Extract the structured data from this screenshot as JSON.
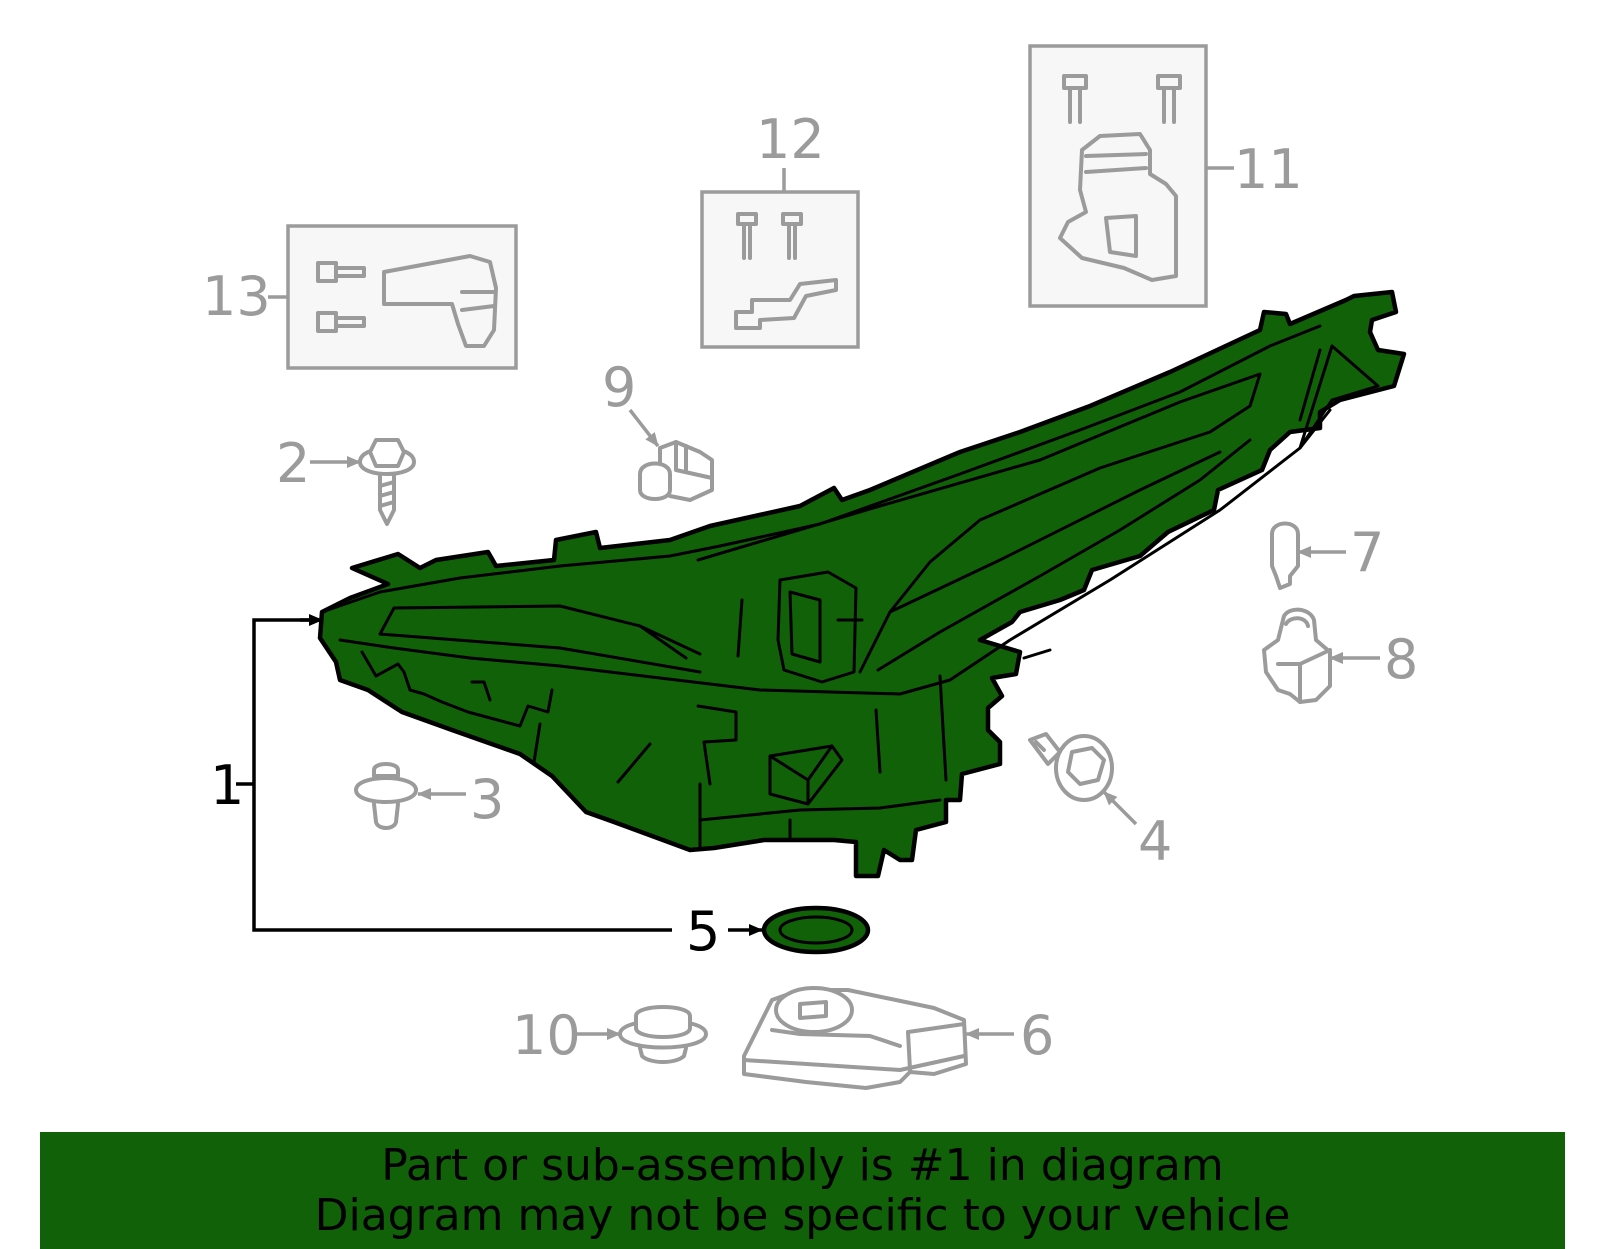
{
  "callouts": {
    "c1": "1",
    "c2": "2",
    "c3": "3",
    "c4": "4",
    "c5": "5",
    "c6": "6",
    "c7": "7",
    "c8": "8",
    "c9": "9",
    "c10": "10",
    "c11": "11",
    "c12": "12",
    "c13": "13"
  },
  "highlighted_part": "1",
  "colors": {
    "highlight": "#116108",
    "outline": "#000000",
    "parts": "#9b9b9b",
    "banner": "#116108"
  },
  "banner": {
    "line1": "Part or sub-assembly is #1 in diagram",
    "line2": "Diagram may not be specific to your vehicle"
  }
}
